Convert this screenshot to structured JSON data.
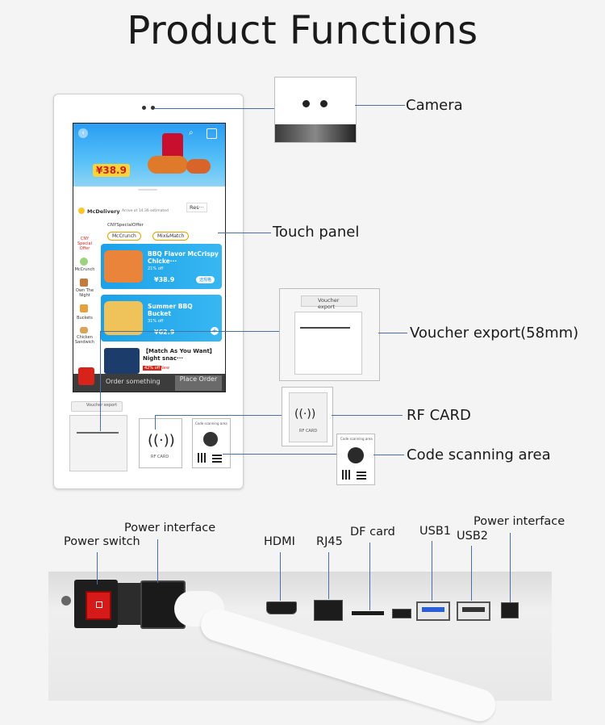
{
  "title": "Product Functions",
  "callouts": {
    "camera": "Camera",
    "touch_panel": "Touch panel",
    "voucher_export": "Voucher export(58mm)",
    "rf_card": "RF CARD",
    "code_scanning": "Code scanning area"
  },
  "ports": {
    "power_switch": "Power switch",
    "power_interface_left": "Power interface",
    "hdmi": "HDMI",
    "rj45": "RJ45",
    "df_card": "DF card",
    "usb1": "USB1",
    "usb2": "USB2",
    "power_interface_right": "Power interface"
  },
  "screen": {
    "price": "¥38.9",
    "brand": "McDelivery",
    "brand_sub": "Arrive at 14:36 estimated",
    "badge": "Res···",
    "section": "CNYSpecialOffer",
    "chips": [
      "McCrunch",
      "Mix&Match"
    ],
    "sidebar": [
      "CNY Special Offer",
      "McCrunch",
      "Own The Night",
      "Buckets",
      "Chicken Sandwich"
    ],
    "cards": [
      {
        "title": "BBQ Flavor McCrispy Chicke···",
        "price": "¥38.9",
        "discount": "21% off",
        "action": "选规格"
      },
      {
        "title": "Summer BBQ Bucket",
        "price": "¥62.9",
        "discount": "31% off",
        "action": "+"
      },
      {
        "title": "【Match As You Want】Night snac···",
        "price": "",
        "discount": "42% off",
        "action": "New"
      }
    ],
    "order_text": "Order something",
    "place_order": "Place Order"
  },
  "kiosk": {
    "voucher_tag": "Voucher export",
    "rf_label": "RF CARD",
    "scan_label": "Code scanning area"
  },
  "colors": {
    "accent_line": "#4a6fa5",
    "banner_blue": "#2a9df4",
    "mc_red": "#d8231b"
  }
}
